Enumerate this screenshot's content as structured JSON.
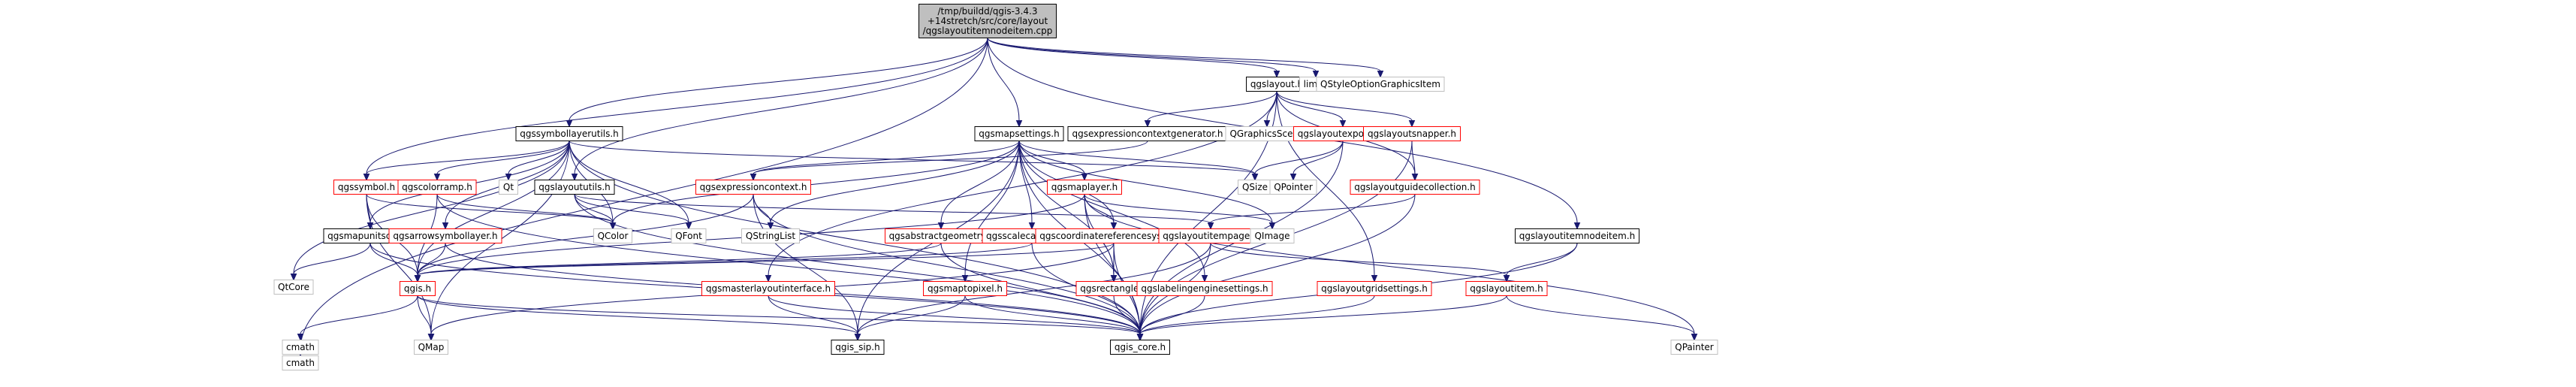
{
  "diagram": {
    "kind": "include-dependency-graph",
    "colors": {
      "edge": "#191970",
      "root_fill": "#bfbfbf",
      "node_fill": "#ffffff",
      "border_black": "#000000",
      "border_red": "#ff0000",
      "border_gray": "#bfbfbf",
      "text": "#000000"
    },
    "nodes": [
      {
        "id": "root",
        "lines": [
          "/tmp/buildd/qgis-3.4.3",
          "+14stretch/src/core/layout",
          "/qgslayoutitemnodeitem.cpp"
        ],
        "style": "root"
      },
      {
        "id": "qgslayout",
        "lines": [
          "qgslayout.h"
        ],
        "style": "black"
      },
      {
        "id": "limits",
        "lines": [
          "limits"
        ],
        "style": "gray"
      },
      {
        "id": "qstyleoption",
        "lines": [
          "QStyleOptionGraphicsItem"
        ],
        "style": "gray"
      },
      {
        "id": "cmath",
        "lines": [
          "cmath"
        ],
        "style": "gray"
      },
      {
        "id": "qgssymbollayerutils",
        "lines": [
          "qgssymbollayerutils.h"
        ],
        "style": "black"
      },
      {
        "id": "qgsmapsettings",
        "lines": [
          "qgsmapsettings.h"
        ],
        "style": "black"
      },
      {
        "id": "qgsexprctxgen",
        "lines": [
          "qgsexpressioncontextgenerator.h"
        ],
        "style": "black"
      },
      {
        "id": "qgraphicsscene",
        "lines": [
          "QGraphicsScene"
        ],
        "style": "gray"
      },
      {
        "id": "qgslayoutexporter",
        "lines": [
          "qgslayoutexporter.h"
        ],
        "style": "red"
      },
      {
        "id": "qgslayoutsnapper",
        "lines": [
          "qgslayoutsnapper.h"
        ],
        "style": "red"
      },
      {
        "id": "qgssymbol",
        "lines": [
          "qgssymbol.h"
        ],
        "style": "red"
      },
      {
        "id": "qgscolorramp",
        "lines": [
          "qgscolorramp.h"
        ],
        "style": "red"
      },
      {
        "id": "qt",
        "lines": [
          "Qt"
        ],
        "style": "gray"
      },
      {
        "id": "qgslayoututils",
        "lines": [
          "qgslayoututils.h"
        ],
        "style": "black"
      },
      {
        "id": "qgsexprctx",
        "lines": [
          "qgsexpressioncontext.h"
        ],
        "style": "red"
      },
      {
        "id": "qgsmaplayer",
        "lines": [
          "qgsmaplayer.h"
        ],
        "style": "red"
      },
      {
        "id": "qsize",
        "lines": [
          "QSize"
        ],
        "style": "gray"
      },
      {
        "id": "qpointer",
        "lines": [
          "QPointer"
        ],
        "style": "gray"
      },
      {
        "id": "qgslayoutguidecollection",
        "lines": [
          "qgslayoutguidecollection.h"
        ],
        "style": "red"
      },
      {
        "id": "qgsmapunitscale",
        "lines": [
          "qgsmapunitscale.h"
        ],
        "style": "black"
      },
      {
        "id": "qgsarrowsymbollayer",
        "lines": [
          "qgsarrowsymbollayer.h"
        ],
        "style": "red"
      },
      {
        "id": "qcolor",
        "lines": [
          "QColor"
        ],
        "style": "gray"
      },
      {
        "id": "qfont",
        "lines": [
          "QFont"
        ],
        "style": "gray"
      },
      {
        "id": "qstringlist",
        "lines": [
          "QStringList"
        ],
        "style": "gray"
      },
      {
        "id": "qgsabstractgeometry",
        "lines": [
          "qgsabstractgeometry.h"
        ],
        "style": "red"
      },
      {
        "id": "qgsscalecalculator",
        "lines": [
          "qgsscalecalculator.h"
        ],
        "style": "red"
      },
      {
        "id": "qgscrs",
        "lines": [
          "qgscoordinatereferencesystem.h"
        ],
        "style": "red"
      },
      {
        "id": "qgslayoutitempage",
        "lines": [
          "qgslayoutitempage.h"
        ],
        "style": "red"
      },
      {
        "id": "qimage",
        "lines": [
          "QImage"
        ],
        "style": "gray"
      },
      {
        "id": "qgslayoutitemnodeitem",
        "lines": [
          "qgslayoutitemnodeitem.h"
        ],
        "style": "black"
      },
      {
        "id": "qcore",
        "lines": [
          "QtCore"
        ],
        "style": "gray"
      },
      {
        "id": "qgis",
        "lines": [
          "qgis.h"
        ],
        "style": "red"
      },
      {
        "id": "qgsmasterlayoutinterface",
        "lines": [
          "qgsmasterlayoutinterface.h"
        ],
        "style": "red"
      },
      {
        "id": "qgsmaptopixel",
        "lines": [
          "qgsmaptopixel.h"
        ],
        "style": "red"
      },
      {
        "id": "qgsrectangle",
        "lines": [
          "qgsrectangle.h"
        ],
        "style": "red"
      },
      {
        "id": "qgslabelingenginesettings",
        "lines": [
          "qgslabelingenginesettings.h"
        ],
        "style": "red"
      },
      {
        "id": "qgslayoutgridsettings",
        "lines": [
          "qgslayoutgridsettings.h"
        ],
        "style": "red"
      },
      {
        "id": "qgslayoutitem",
        "lines": [
          "qgslayoutitem.h"
        ],
        "style": "red"
      },
      {
        "id": "cmath2",
        "lines": [
          "cmath"
        ],
        "style": "gray"
      },
      {
        "id": "qmap",
        "lines": [
          "QMap"
        ],
        "style": "gray"
      },
      {
        "id": "qgis_sip",
        "lines": [
          "qgis_sip.h"
        ],
        "style": "black"
      },
      {
        "id": "qgis_core",
        "lines": [
          "qgis_core.h"
        ],
        "style": "black"
      },
      {
        "id": "qpainter",
        "lines": [
          "QPainter"
        ],
        "style": "gray"
      }
    ],
    "edges": [
      [
        "root",
        "qgslayout"
      ],
      [
        "root",
        "limits"
      ],
      [
        "root",
        "qstyleoption"
      ],
      [
        "root",
        "cmath"
      ],
      [
        "root",
        "qgssymbollayerutils"
      ],
      [
        "root",
        "qgsmapsettings"
      ],
      [
        "root",
        "qgslayoututils"
      ],
      [
        "root",
        "qgssymbol"
      ],
      [
        "root",
        "qgslayoutitemnodeitem"
      ],
      [
        "qgslayout",
        "qgsexprctxgen"
      ],
      [
        "qgslayout",
        "qgraphicsscene"
      ],
      [
        "qgslayout",
        "qgslayoutexporter"
      ],
      [
        "qgslayout",
        "qgslayoutsnapper"
      ],
      [
        "qgslayout",
        "qgslayoutguidecollection"
      ],
      [
        "qgslayout",
        "qgis_core"
      ],
      [
        "qgslayout",
        "qgsmasterlayoutinterface"
      ],
      [
        "qgslayout",
        "qgslayoutgridsettings"
      ],
      [
        "qgsexprctxgen",
        "qgsexprctx"
      ],
      [
        "qgslayoutexporter",
        "qsize"
      ],
      [
        "qgslayoutexporter",
        "qpointer"
      ],
      [
        "qgslayoutexporter",
        "qgis_core"
      ],
      [
        "qgslayoutsnapper",
        "qgslayoutguidecollection"
      ],
      [
        "qgslayoutsnapper",
        "qgis_core"
      ],
      [
        "qgslayoutguidecollection",
        "qgslayoutitempage"
      ],
      [
        "qgslayoutguidecollection",
        "qgis_core"
      ],
      [
        "qgssymbollayerutils",
        "qgssymbol"
      ],
      [
        "qgssymbollayerutils",
        "qgscolorramp"
      ],
      [
        "qgssymbollayerutils",
        "qt"
      ],
      [
        "qgssymbollayerutils",
        "qcolor"
      ],
      [
        "qgssymbollayerutils",
        "qfont"
      ],
      [
        "qgssymbollayerutils",
        "qgsmapunitscale"
      ],
      [
        "qgssymbollayerutils",
        "qgsarrowsymbollayer"
      ],
      [
        "qgssymbollayerutils",
        "qgis"
      ],
      [
        "qgssymbollayerutils",
        "qgis_core"
      ],
      [
        "qgssymbollayerutils",
        "qcore"
      ],
      [
        "qgssymbollayerutils",
        "qmap"
      ],
      [
        "qgssymbollayerutils",
        "qsize"
      ],
      [
        "qgssymbol",
        "qgis"
      ],
      [
        "qgssymbol",
        "qgsmapunitscale"
      ],
      [
        "qgssymbol",
        "qcolor"
      ],
      [
        "qgssymbol",
        "qmap"
      ],
      [
        "qgscolorramp",
        "qcolor"
      ],
      [
        "qgscolorramp",
        "qgis"
      ],
      [
        "qgscolorramp",
        "qgis_core"
      ],
      [
        "qgsarrowsymbollayer",
        "qgis"
      ],
      [
        "qgsarrowsymbollayer",
        "qgis_core"
      ],
      [
        "qgsmapunitscale",
        "qcore"
      ],
      [
        "qgsmapunitscale",
        "qgis"
      ],
      [
        "qgsmapunitscale",
        "qgis_core"
      ],
      [
        "qgsmapsettings",
        "qcolor"
      ],
      [
        "qgsmapsettings",
        "qsize"
      ],
      [
        "qgsmapsettings",
        "qstringlist"
      ],
      [
        "qgsmapsettings",
        "qgsexprctx"
      ],
      [
        "qgsmapsettings",
        "qgsmaplayer"
      ],
      [
        "qgsmapsettings",
        "qgsabstractgeometry"
      ],
      [
        "qgsmapsettings",
        "qgsscalecalculator"
      ],
      [
        "qgsmapsettings",
        "qgscrs"
      ],
      [
        "qgsmapsettings",
        "qgsmaptopixel"
      ],
      [
        "qgsmapsettings",
        "qgsrectangle"
      ],
      [
        "qgsmapsettings",
        "qgslabelingenginesettings"
      ],
      [
        "qgsmapsettings",
        "qgis_core"
      ],
      [
        "qgsmapsettings",
        "qgis_sip"
      ],
      [
        "qgsmapsettings",
        "qimage"
      ],
      [
        "qgslayoututils",
        "qcolor"
      ],
      [
        "qgslayoututils",
        "qfont"
      ],
      [
        "qgslayoututils",
        "qgis_core"
      ],
      [
        "qgslayoututils",
        "qgslayoutitempage"
      ],
      [
        "qgsexprctx",
        "qstringlist"
      ],
      [
        "qgsexprctx",
        "qgis"
      ],
      [
        "qgsexprctx",
        "qgis_core"
      ],
      [
        "qgsexprctx",
        "qgis_sip"
      ],
      [
        "qgsmaplayer",
        "qimage"
      ],
      [
        "qgsmaplayer",
        "qgscrs"
      ],
      [
        "qgsmaplayer",
        "qgsrectangle"
      ],
      [
        "qgsmaplayer",
        "qgis"
      ],
      [
        "qgsmaplayer",
        "qgis_core"
      ],
      [
        "qgsmaplayer",
        "qpainter"
      ],
      [
        "qgsabstractgeometry",
        "qgis"
      ],
      [
        "qgsabstractgeometry",
        "qgis_core"
      ],
      [
        "qgsscalecalculator",
        "qgis"
      ],
      [
        "qgsscalecalculator",
        "qgis_core"
      ],
      [
        "qgscrs",
        "qgis"
      ],
      [
        "qgscrs",
        "qgis_core"
      ],
      [
        "qgscrs",
        "qmap"
      ],
      [
        "qgscrs",
        "qgsrectangle"
      ],
      [
        "qgslayoutitempage",
        "qgis_core"
      ],
      [
        "qgslayoutitempage",
        "qgis_sip"
      ],
      [
        "qgslayoutitempage",
        "qgslayoutitem"
      ],
      [
        "qgslayoutitemnodeitem",
        "qgslayoutitem"
      ],
      [
        "qgslayoutitemnodeitem",
        "qgis_core"
      ],
      [
        "qgslayoutitem",
        "qpainter"
      ],
      [
        "qgslayoutitem",
        "qgis_core"
      ],
      [
        "qgsmasterlayoutinterface",
        "qgis_sip"
      ],
      [
        "qgsmasterlayoutinterface",
        "qgis_core"
      ],
      [
        "qgsmaptopixel",
        "qgis_core"
      ],
      [
        "qgsmaptopixel",
        "qgis_sip"
      ],
      [
        "qgsrectangle",
        "qgis_core"
      ],
      [
        "qgslabelingenginesettings",
        "qgis_core"
      ],
      [
        "qgslayoutgridsettings",
        "qgis_core"
      ],
      [
        "qgis",
        "cmath2"
      ],
      [
        "qgis",
        "qmap"
      ],
      [
        "qgis",
        "qgis_sip"
      ],
      [
        "qgis",
        "qgis_core"
      ]
    ]
  }
}
